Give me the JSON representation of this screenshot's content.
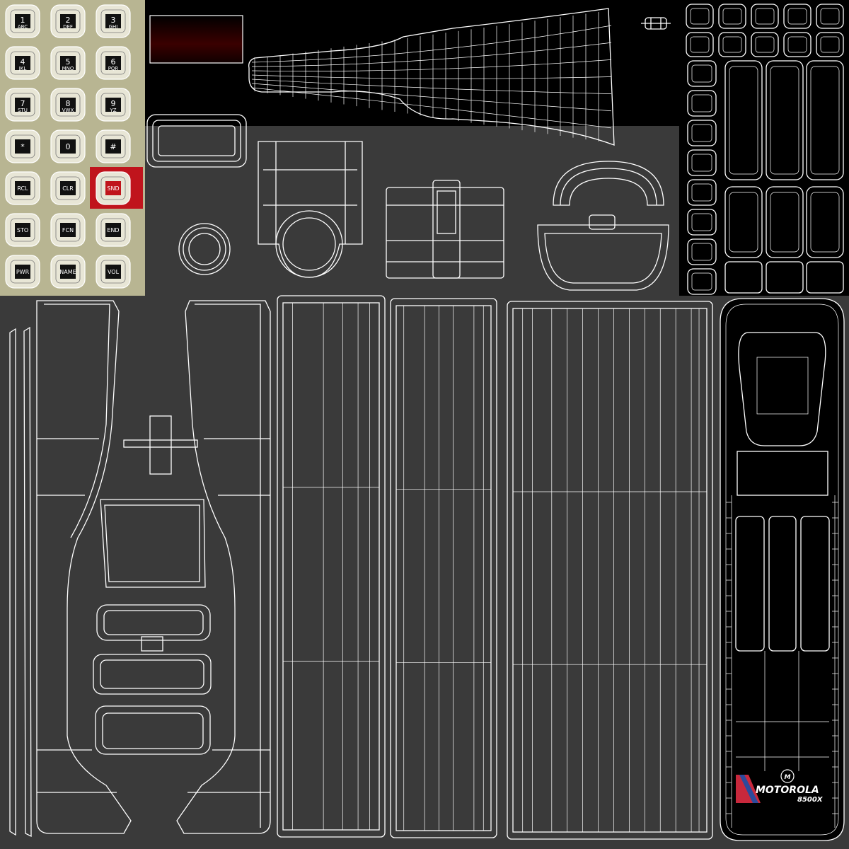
{
  "colors": {
    "background": "#000000",
    "panel": "#3a3a3a",
    "keypad_bg": "#b8b592",
    "key_face": "#ffffff",
    "key_screen": "#111111",
    "send_key": "#c0141c",
    "wire": "#ffffff"
  },
  "keypad": {
    "keys": [
      {
        "main": "1",
        "sub": "ABC"
      },
      {
        "main": "2",
        "sub": "DEF"
      },
      {
        "main": "3",
        "sub": "GHI"
      },
      {
        "main": "4",
        "sub": "JKL"
      },
      {
        "main": "5",
        "sub": "MNO"
      },
      {
        "main": "6",
        "sub": "PQR"
      },
      {
        "main": "7",
        "sub": "STU"
      },
      {
        "main": "8",
        "sub": "VWX"
      },
      {
        "main": "9",
        "sub": "YZ"
      },
      {
        "main": "*",
        "sub": ""
      },
      {
        "main": "0",
        "sub": ""
      },
      {
        "main": "#",
        "sub": ""
      },
      {
        "main": "RCL",
        "sub": ""
      },
      {
        "main": "CLR",
        "sub": ""
      },
      {
        "main": "SND",
        "sub": ""
      },
      {
        "main": "STO",
        "sub": ""
      },
      {
        "main": "FCN",
        "sub": ""
      },
      {
        "main": "END",
        "sub": ""
      },
      {
        "main": "PWR",
        "sub": ""
      },
      {
        "main": "NAME",
        "sub": ""
      },
      {
        "main": "VOL",
        "sub": ""
      }
    ]
  },
  "branding": {
    "logo_text": "MOTOROLA",
    "model": "8500X"
  }
}
